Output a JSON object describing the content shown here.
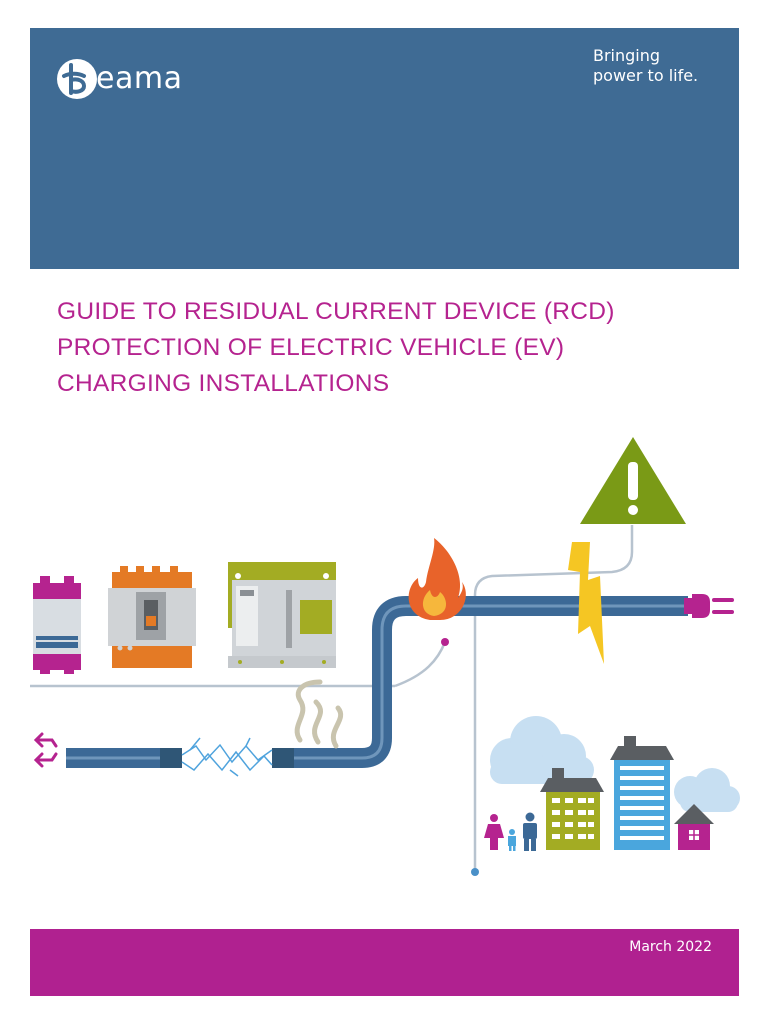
{
  "brand": {
    "logo_text": "eama",
    "tagline_line1": "Bringing",
    "tagline_line2": "power to life."
  },
  "title_lines": [
    "GUIDE TO RESIDUAL CURRENT DEVICE (RCD)",
    "PROTECTION OF ELECTRIC VEHICLE (EV)",
    "CHARGING INSTALLATIONS"
  ],
  "footer": {
    "date": "March 2022"
  },
  "colors": {
    "header_blue": "#3f6b94",
    "title_magenta": "#b5238f",
    "footer_magenta": "#b02190",
    "warning_green": "#7a9a16",
    "cable_blue": "#3c6996"
  },
  "icons": [
    "beama-logo-icon",
    "circuit-breaker-icon",
    "rcd-device-icon",
    "consumer-unit-icon",
    "fire-icon",
    "warning-icon",
    "lightning-icon",
    "plug-icon",
    "smoke-icon",
    "electric-spark-icon",
    "arrows-icon",
    "cloud-icon",
    "building-icon",
    "house-icon",
    "family-icon"
  ]
}
